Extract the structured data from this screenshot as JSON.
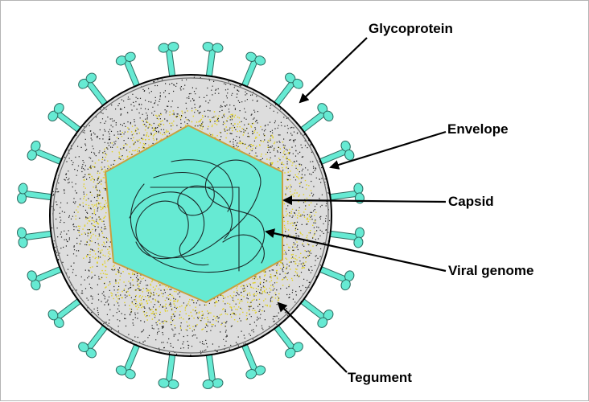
{
  "colors": {
    "capsid": "#66ead3",
    "capsid_edge": "#c8a040",
    "tegument_speckle": "#e0d020",
    "envelope_speckle": "#1a1a1a",
    "glycoprotein": "#66ead3",
    "outline": "#000000"
  },
  "labels": {
    "glycoprotein": "Glycoprotein",
    "envelope": "Envelope",
    "capsid": "Capsid",
    "viral_genome": "Viral genome",
    "tegument": "Tegument"
  }
}
